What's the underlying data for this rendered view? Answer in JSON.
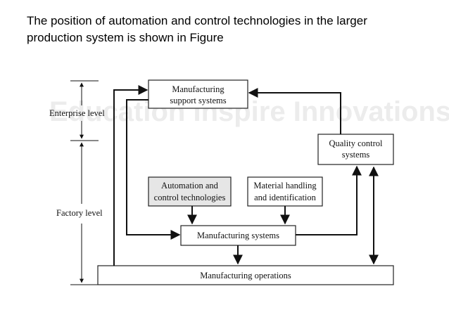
{
  "caption": {
    "line1": "The position of automation and control technologies in the larger",
    "line2": "production system is shown in Figure"
  },
  "diagram": {
    "watermark": "Education Inspire Innovations",
    "levels": {
      "enterprise": "Enterprise level",
      "factory": "Factory level"
    },
    "boxes": {
      "support": [
        "Manufacturing",
        "support systems"
      ],
      "quality": [
        "Quality control",
        "systems"
      ],
      "automation": [
        "Automation and",
        "control technologies"
      ],
      "material": [
        "Material handling",
        "and identification"
      ],
      "systems": [
        "Manufacturing systems"
      ],
      "operations": [
        "Manufacturing operations"
      ]
    }
  }
}
